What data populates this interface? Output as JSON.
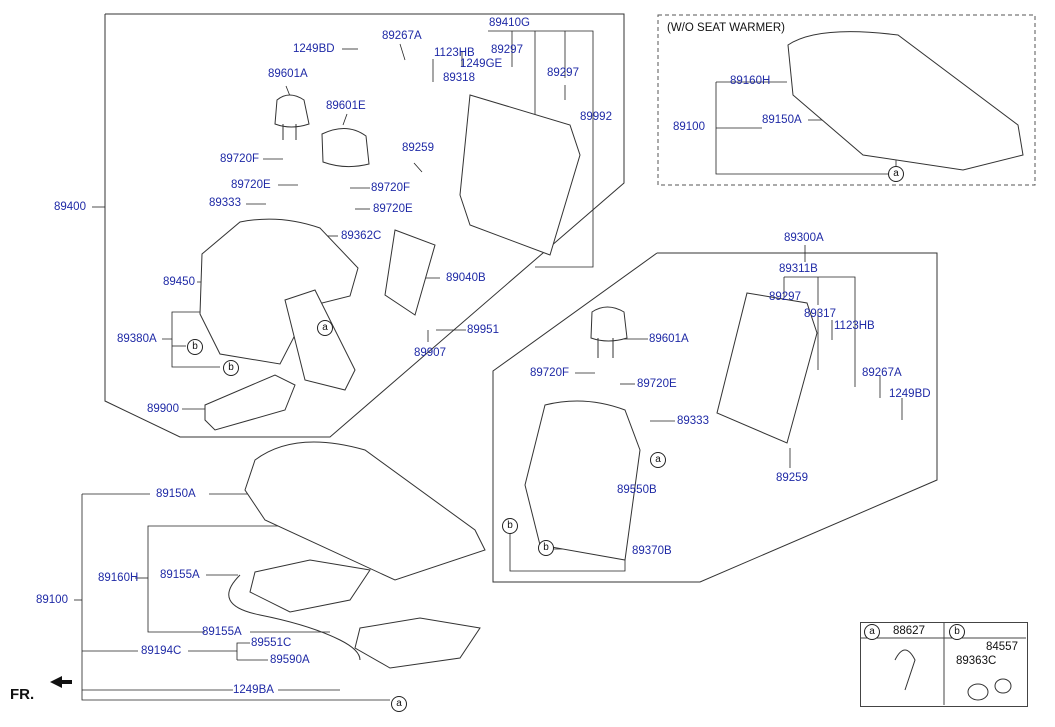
{
  "frame_title": "(W/O SEAT WARMER)",
  "front_label": "FR.",
  "circles": {
    "a": "a",
    "b": "b"
  },
  "labels": {
    "L89400": "89400",
    "L1249BD_top": "1249BD",
    "L89267A_top": "89267A",
    "L89410G": "89410G",
    "L1123HB_top": "1123HB",
    "L89297_top1": "89297",
    "L1249GE": "1249GE",
    "L89318": "89318",
    "L89297_top2": "89297",
    "L89992": "89992",
    "L89601A_top": "89601A",
    "L89601E": "89601E",
    "L89259_top": "89259",
    "L89720F_top1": "89720F",
    "L89720E_top1": "89720E",
    "L89720F_top2": "89720F",
    "L89333_top": "89333",
    "L89720E_top2": "89720E",
    "L89362C": "89362C",
    "L89450": "89450",
    "L89040B": "89040B",
    "L89380A": "89380A",
    "L89951": "89951",
    "L89907": "89907",
    "L89900": "89900",
    "L89160H_top": "89160H",
    "L89100_top": "89100",
    "L89150A_top": "89150A",
    "L89300A": "89300A",
    "L89311B": "89311B",
    "L89297_mid": "89297",
    "L89317": "89317",
    "L1123HB_mid": "1123HB",
    "L89601A_mid": "89601A",
    "L89720F_mid": "89720F",
    "L89720E_mid": "89720E",
    "L89267A_mid": "89267A",
    "L1249BD_mid": "1249BD",
    "L89333_mid": "89333",
    "L89259_mid": "89259",
    "L89550B": "89550B",
    "L89370B": "89370B",
    "L89150A_bot": "89150A",
    "L89100_bot": "89100",
    "L89160H_bot": "89160H",
    "L89155A_1": "89155A",
    "L89155A_2": "89155A",
    "L89551C": "89551C",
    "L89194C": "89194C",
    "L89590A": "89590A",
    "L1249BA": "1249BA"
  },
  "legend": {
    "a_code": "88627",
    "b_code1": "84557",
    "b_code2": "89363C"
  },
  "colors": {
    "label": "#1f2aa6",
    "line": "#222222",
    "frame": "#555555"
  }
}
